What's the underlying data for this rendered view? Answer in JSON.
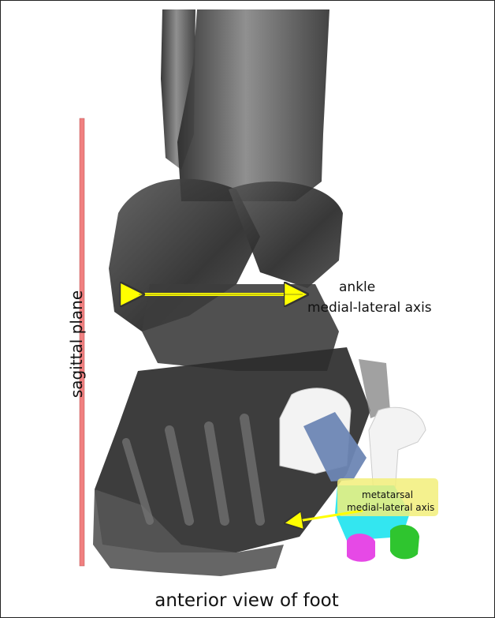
{
  "labels": {
    "ankle_line1": "ankle",
    "ankle_line2": "medial-lateral axis",
    "metatarsal_line1": "metatarsal",
    "metatarsal_line2": "medial-lateral axis",
    "sagittal": "sagittal plane",
    "caption": "anterior view of foot"
  },
  "colors": {
    "arrow": "#ffff00",
    "sagittal_line": "#f08080",
    "highlight_box": "#f2ef7a",
    "bone": "#4a4a4a",
    "metatarsal_blue": "#6d86b4",
    "cyan": "#33e6f0",
    "magenta": "#e649e6",
    "green": "#2fc52f",
    "white_bone": "#f3f3f3"
  }
}
